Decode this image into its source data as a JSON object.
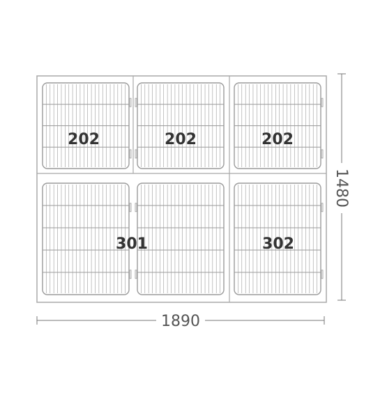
{
  "labels": {
    "cell_top_left": "202",
    "cell_top_middle": "202",
    "cell_top_right": "202",
    "cell_bottom_double": "301",
    "cell_bottom_right": "302"
  },
  "dimensions": {
    "width": "1890",
    "height": "1480"
  },
  "colors": {
    "frame": "#a8a8a8",
    "grille": "#9a9a9a",
    "dimension_line": "#777777",
    "label_text": "#333333"
  }
}
